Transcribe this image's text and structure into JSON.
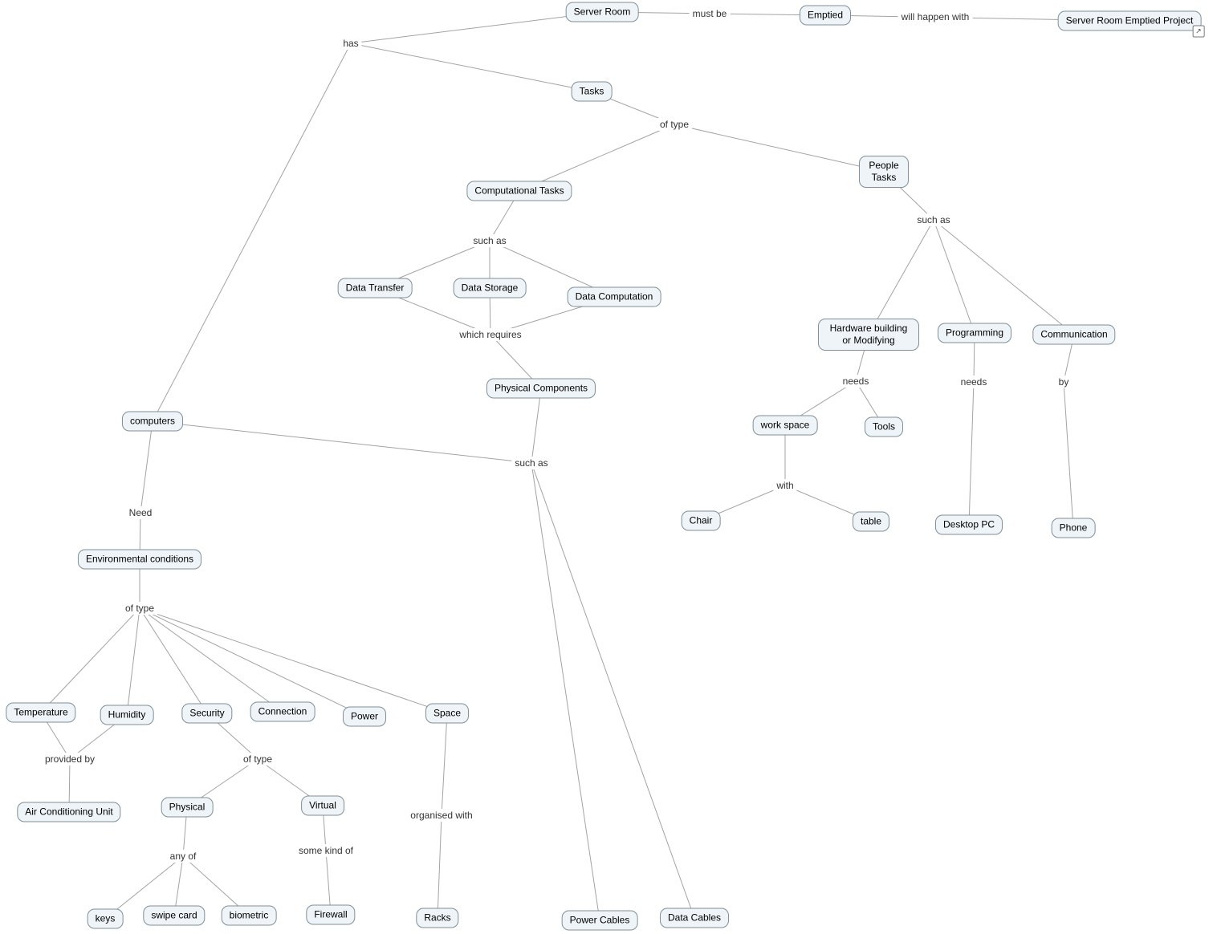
{
  "colors": {
    "background": "#ffffff",
    "node_fill": "#eef4f7",
    "node_border": "#808f99",
    "line_color": "#a3a3a3",
    "text": "#000000",
    "label_text": "#333333"
  },
  "icons": {
    "resource_link_glyph": "↗"
  },
  "nodes": {
    "server_room": {
      "label": "Server Room"
    },
    "emptied": {
      "label": "Emptied"
    },
    "server_room_emptied_project": {
      "label": "Server Room Emptied Project"
    },
    "tasks": {
      "label": "Tasks"
    },
    "computational_tasks": {
      "label": "Computational Tasks"
    },
    "people_tasks": {
      "label": "People Tasks"
    },
    "data_transfer": {
      "label": "Data Transfer"
    },
    "data_storage": {
      "label": "Data Storage"
    },
    "data_computation": {
      "label": "Data Computation"
    },
    "physical_components": {
      "label": "Physical Components"
    },
    "computers": {
      "label": "computers"
    },
    "hardware_building": {
      "label": "Hardware building or Modifying"
    },
    "programming": {
      "label": "Programming"
    },
    "communication": {
      "label": "Communication"
    },
    "work_space": {
      "label": "work space"
    },
    "tools": {
      "label": "Tools"
    },
    "chair": {
      "label": "Chair"
    },
    "table": {
      "label": "table"
    },
    "desktop_pc": {
      "label": "Desktop PC"
    },
    "phone": {
      "label": "Phone"
    },
    "environmental_conditions": {
      "label": "Environmental conditions"
    },
    "temperature": {
      "label": "Temperature"
    },
    "humidity": {
      "label": "Humidity"
    },
    "security": {
      "label": "Security"
    },
    "connection": {
      "label": "Connection"
    },
    "power": {
      "label": "Power"
    },
    "space": {
      "label": "Space"
    },
    "air_conditioning_unit": {
      "label": "Air Conditioning Unit"
    },
    "physical": {
      "label": "Physical"
    },
    "virtual": {
      "label": "Virtual"
    },
    "keys": {
      "label": "keys"
    },
    "swipe_card": {
      "label": "swipe card"
    },
    "biometric": {
      "label": "biometric"
    },
    "firewall": {
      "label": "Firewall"
    },
    "racks": {
      "label": "Racks"
    },
    "power_cables": {
      "label": "Power Cables"
    },
    "data_cables": {
      "label": "Data Cables"
    }
  },
  "link_labels": {
    "must_be": {
      "label": "must be"
    },
    "will_happen_with": {
      "label": "will happen with"
    },
    "has": {
      "label": "has"
    },
    "of_type_tasks": {
      "label": "of type"
    },
    "such_as_computational": {
      "label": "such as"
    },
    "which_requires": {
      "label": "which requires"
    },
    "such_as_people": {
      "label": "such as"
    },
    "needs_hardware": {
      "label": "needs"
    },
    "needs_programming": {
      "label": "needs"
    },
    "by": {
      "label": "by"
    },
    "with": {
      "label": "with"
    },
    "such_as_components": {
      "label": "such as"
    },
    "need": {
      "label": "Need"
    },
    "of_type_env": {
      "label": "of type"
    },
    "provided_by": {
      "label": "provided by"
    },
    "of_type_security": {
      "label": "of type"
    },
    "any_of": {
      "label": "any of"
    },
    "some_kind_of": {
      "label": "some kind of"
    },
    "organised_with": {
      "label": "organised with"
    }
  },
  "relations": [
    [
      "Server Room",
      "must be",
      "Emptied"
    ],
    [
      "Emptied",
      "will happen with",
      "Server Room Emptied Project"
    ],
    [
      "Server Room",
      "has",
      "Tasks"
    ],
    [
      "Server Room",
      "has",
      "computers"
    ],
    [
      "Tasks",
      "of type",
      "Computational Tasks"
    ],
    [
      "Tasks",
      "of type",
      "People Tasks"
    ],
    [
      "Computational Tasks",
      "such as",
      "Data Transfer"
    ],
    [
      "Computational Tasks",
      "such as",
      "Data Storage"
    ],
    [
      "Computational Tasks",
      "such as",
      "Data Computation"
    ],
    [
      "Data Transfer",
      "which requires",
      "Physical Components"
    ],
    [
      "Data Storage",
      "which requires",
      "Physical Components"
    ],
    [
      "Data Computation",
      "which requires",
      "Physical Components"
    ],
    [
      "Physical Components",
      "such as",
      "Power Cables"
    ],
    [
      "Physical Components",
      "such as",
      "Data Cables"
    ],
    [
      "computers",
      "such as",
      "Power Cables"
    ],
    [
      "computers",
      "such as",
      "Data Cables"
    ],
    [
      "computers",
      "Need",
      "Environmental conditions"
    ],
    [
      "Environmental conditions",
      "of type",
      "Temperature"
    ],
    [
      "Environmental conditions",
      "of type",
      "Humidity"
    ],
    [
      "Environmental conditions",
      "of type",
      "Security"
    ],
    [
      "Environmental conditions",
      "of type",
      "Connection"
    ],
    [
      "Environmental conditions",
      "of type",
      "Power"
    ],
    [
      "Environmental conditions",
      "of type",
      "Space"
    ],
    [
      "Temperature",
      "provided by",
      "Air Conditioning Unit"
    ],
    [
      "Humidity",
      "provided by",
      "Air Conditioning Unit"
    ],
    [
      "Security",
      "of type",
      "Physical"
    ],
    [
      "Security",
      "of type",
      "Virtual"
    ],
    [
      "Physical",
      "any of",
      "keys"
    ],
    [
      "Physical",
      "any of",
      "swipe card"
    ],
    [
      "Physical",
      "any of",
      "biometric"
    ],
    [
      "Virtual",
      "some kind of",
      "Firewall"
    ],
    [
      "Space",
      "organised with",
      "Racks"
    ],
    [
      "People Tasks",
      "such as",
      "Hardware building or Modifying"
    ],
    [
      "People Tasks",
      "such as",
      "Programming"
    ],
    [
      "People Tasks",
      "such as",
      "Communication"
    ],
    [
      "Hardware building or Modifying",
      "needs",
      "work space"
    ],
    [
      "Hardware building or Modifying",
      "needs",
      "Tools"
    ],
    [
      "work space",
      "with",
      "Chair"
    ],
    [
      "work space",
      "with",
      "table"
    ],
    [
      "Programming",
      "needs",
      "Desktop PC"
    ],
    [
      "Communication",
      "by",
      "Phone"
    ]
  ]
}
